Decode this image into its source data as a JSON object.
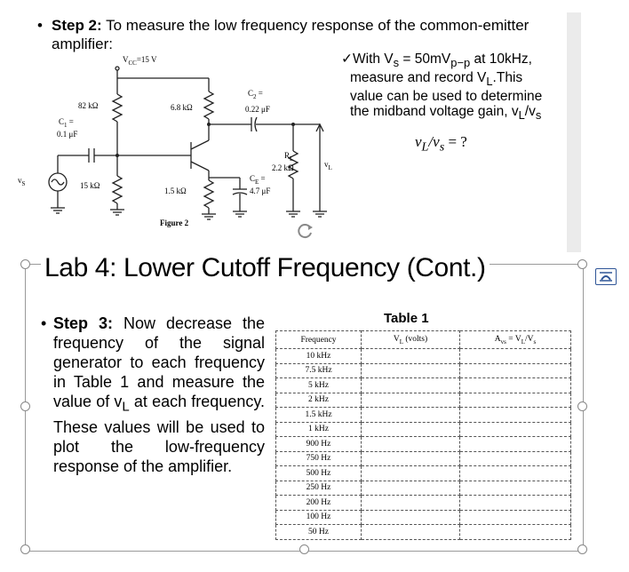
{
  "step2": {
    "bullet": "•",
    "label": "Step 2:",
    "text": " To measure the low frequency response of the common-emitter amplifier:"
  },
  "step2_right": {
    "check": "✓",
    "line1": "With V",
    "line1_sub": "s",
    "line1_rest": " = 50mV",
    "line1_sub2": "p−p",
    "line1_end": " at 10kHz,",
    "line2": "measure and record V",
    "line2_sub": "L",
    "line2_end": ".This",
    "line3": "value can be used to determine",
    "line4": "the midband voltage gain, v",
    "line4_sub": "L",
    "line4_mid": "/v",
    "line4_sub2": "s"
  },
  "ratio": {
    "v": "v",
    "sub1": "L",
    "slash": "/v",
    "sub2": "s",
    "eq": " = ?"
  },
  "circuit": {
    "vcc": "V",
    "vcc_sub": "CC",
    "vcc_val": "=15 V",
    "r1": "82 kΩ",
    "r2": "15 kΩ",
    "rc": "6.8 kΩ",
    "re": "1.5 kΩ",
    "c1_name": "C",
    "c1_sub": "1",
    "c1_eq": " =",
    "c1_val": "0.1 μF",
    "c2_name": "C",
    "c2_sub": "2",
    "c2_eq": " =",
    "c2_val": "0.22 μF",
    "ce_name": "C",
    "ce_sub": "E",
    "ce_eq": " =",
    "ce_val": "4.7 μF",
    "rl_name": "R",
    "rl_sub": "L",
    "rl_val": "2.2 kΩ",
    "vs": "v",
    "vs_sub": "S",
    "vl": "v",
    "vl_sub": "L",
    "figure": "Figure 2"
  },
  "slide_title": "Lab 4: Lower Cutoff Frequency (Cont.)",
  "step3": {
    "bullet": "•",
    "label": "Step 3:",
    "text": " Now decrease the frequency of the signal generator to each frequency in Table 1 and measure the value of v",
    "sub": "L",
    "text2": " at each frequency. These values will be used to plot the low-frequency response of the amplifier."
  },
  "table": {
    "title": "Table 1",
    "headers": [
      "Frequency",
      "V<sub>L</sub> (volts)",
      "A<sub>vs</sub> = V<sub>L</sub>/V<sub>s</sub>"
    ],
    "header_plain": [
      "Frequency",
      "V",
      "L",
      " (volts)",
      "A",
      "vs",
      " = V",
      "L",
      "/V",
      "s"
    ],
    "rows": [
      "10 kHz",
      "7.5 kHz",
      "5 kHz",
      "2 kHz",
      "1.5 kHz",
      "1 kHz",
      "900 Hz",
      "750 Hz",
      "500 Hz",
      "250 Hz",
      "200 Hz",
      "100 Hz",
      "50 Hz"
    ]
  },
  "colors": {
    "accent": "#2f5597",
    "border": "#9a9a9a",
    "scroll": "#ebebeb"
  }
}
